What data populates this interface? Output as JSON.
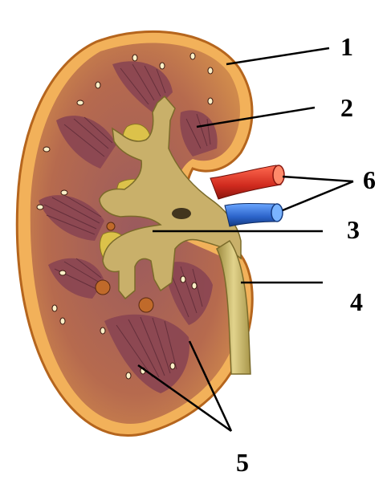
{
  "labels": {
    "l1": "1",
    "l2": "2",
    "l3": "3",
    "l4": "4",
    "l5": "5",
    "l6": "6"
  },
  "colors": {
    "capsule": "#f2b15a",
    "capsule_edge": "#b5651d",
    "cortex": "#c9744a",
    "medulla": "#8e4a54",
    "pelvis": "#c9b06a",
    "fat": "#dcc24a",
    "artery": "#e03a2a",
    "vein": "#2f6fd0",
    "line": "#000000"
  }
}
